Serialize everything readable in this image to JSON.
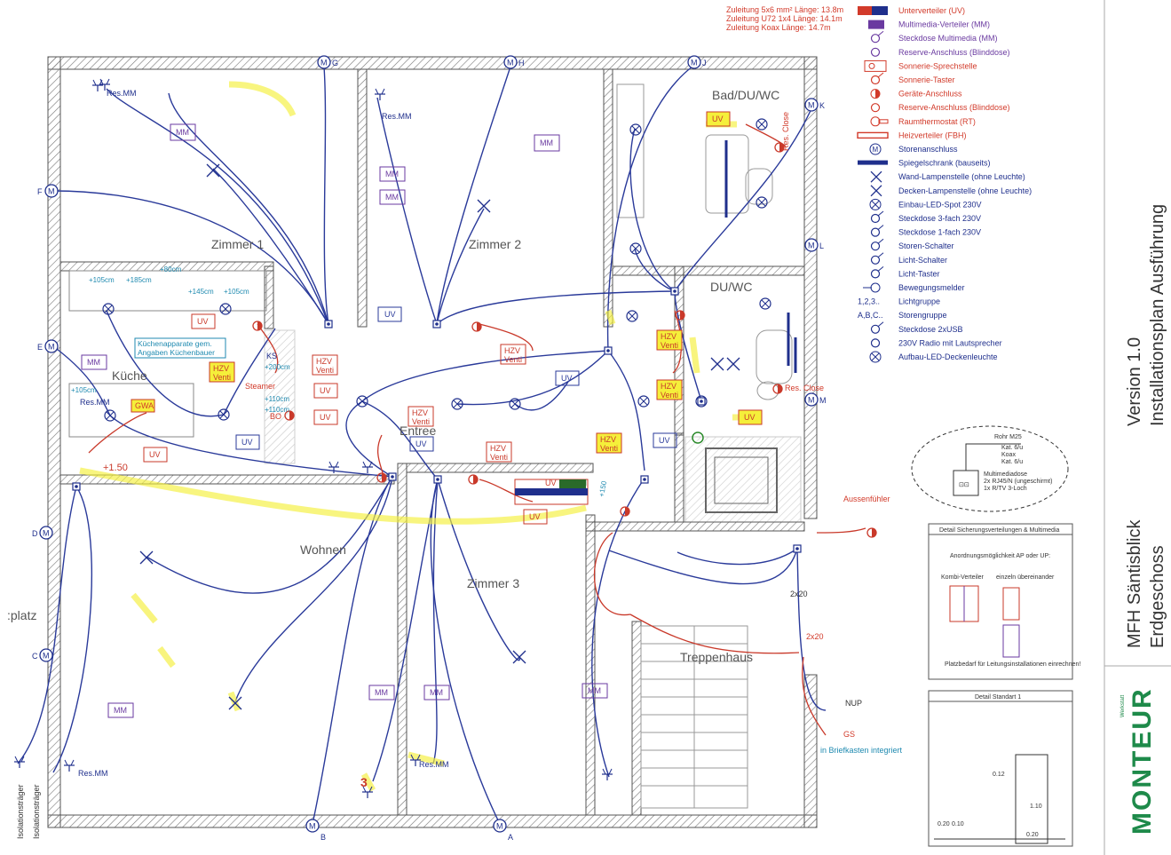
{
  "feed_info": [
    {
      "text": "Zuleitung 5x6 mm² Länge: 13.8m",
      "color": "#d23a2a"
    },
    {
      "text": "Zuleitung U72 1x4  Länge: 14.1m",
      "color": "#d23a2a"
    },
    {
      "text": "Zuleitung Koax      Länge: 14.7m",
      "color": "#d23a2a"
    }
  ],
  "legend": [
    {
      "label": "Unterverteiler (UV)",
      "color": "#d23a2a",
      "icon": "uv-box-icon"
    },
    {
      "label": "Multimedia-Verteiler (MM)",
      "color": "#6a3aa0",
      "icon": "mm-box-icon"
    },
    {
      "label": "Steckdose Multimedia (MM)",
      "color": "#6a3aa0",
      "icon": "mm-socket-icon"
    },
    {
      "label": "Reserve-Anschluss (Blinddose)",
      "color": "#6a3aa0",
      "icon": "reserve-circle-icon"
    },
    {
      "label": "Sonnerie-Sprechstelle",
      "color": "#d23a2a",
      "icon": "intercom-icon"
    },
    {
      "label": "Sonnerie-Taster",
      "color": "#d23a2a",
      "icon": "bell-button-icon"
    },
    {
      "label": "Geräte-Anschluss",
      "color": "#d23a2a",
      "icon": "device-outlet-icon"
    },
    {
      "label": "Reserve-Anschluss (Blinddose)",
      "color": "#d23a2a",
      "icon": "reserve-red-icon"
    },
    {
      "label": "Raumthermostat (RT)",
      "color": "#d23a2a",
      "icon": "thermostat-icon"
    },
    {
      "label": "Heizverteiler (FBH)",
      "color": "#d23a2a",
      "icon": "heating-manifold-icon"
    },
    {
      "label": "Storenanschluss",
      "color": "#1f2f8c",
      "icon": "blind-motor-icon"
    },
    {
      "label": "Spiegelschrank (bauseits)",
      "color": "#1f2f8c",
      "icon": "mirror-cabinet-icon"
    },
    {
      "label": "Wand-Lampenstelle (ohne Leuchte)",
      "color": "#1f2f8c",
      "icon": "wall-lamp-icon"
    },
    {
      "label": "Decken-Lampenstelle (ohne Leuchte)",
      "color": "#1f2f8c",
      "icon": "ceiling-lamp-icon"
    },
    {
      "label": "Einbau-LED-Spot 230V",
      "color": "#1f2f8c",
      "icon": "led-spot-icon"
    },
    {
      "label": "Steckdose 3-fach 230V",
      "color": "#1f2f8c",
      "icon": "socket-triple-icon"
    },
    {
      "label": "Steckdose 1-fach 230V",
      "color": "#1f2f8c",
      "icon": "socket-single-icon"
    },
    {
      "label": "Storen-Schalter",
      "color": "#1f2f8c",
      "icon": "blind-switch-icon"
    },
    {
      "label": "Licht-Schalter",
      "color": "#1f2f8c",
      "icon": "light-switch-icon"
    },
    {
      "label": "Licht-Taster",
      "color": "#1f2f8c",
      "icon": "light-button-icon"
    },
    {
      "label": "Bewegungsmelder",
      "color": "#1f2f8c",
      "icon": "motion-sensor-icon"
    },
    {
      "label": "Lichtgruppe",
      "color": "#1f2f8c",
      "icon": "light-group-text",
      "prefix": "1,2,3.."
    },
    {
      "label": "Storengruppe",
      "color": "#1f2f8c",
      "icon": "blind-group-text",
      "prefix": "A,B,C.."
    },
    {
      "label": "Steckdose 2xUSB",
      "color": "#1f2f8c",
      "icon": "usb-socket-icon"
    },
    {
      "label": "230V Radio mit Lautsprecher",
      "color": "#1f2f8c",
      "icon": "radio-icon"
    },
    {
      "label": "Aufbau-LED-Deckenleuchte",
      "color": "#1f2f8c",
      "icon": "surface-led-icon"
    }
  ],
  "rooms": {
    "zimmer1": "Zimmer 1",
    "zimmer2": "Zimmer 2",
    "zimmer3": "Zimmer 3",
    "bad": "Bad/DU/WC",
    "duwc": "DU/WC",
    "kueche": "Küche",
    "entree": "Entree",
    "wohnen": "Wohnen",
    "treppenhaus": "Treppenhaus",
    "sitzplatz": ":platz"
  },
  "blind_markers": [
    "G",
    "H",
    "J",
    "K",
    "L",
    "M",
    "F",
    "E",
    "D",
    "C",
    "B",
    "A"
  ],
  "annotations": {
    "kuechenapparate": "Küchenapparate gem.",
    "angaben": "Angaben Küchenbauer",
    "aussenfuehler": "Aussenfühler",
    "nup": "NUP",
    "gs": "GS",
    "briefkasten": "in Briefkasten integriert",
    "isolationstraeger1": "Isolationsträger",
    "isolationstraeger2": "Isolationsträger",
    "res_mm": "Res.MM",
    "res_close": "Res. Close",
    "steamer": "Steamer",
    "ks": "KS",
    "bo": "BO",
    "gwa": "GWA",
    "plus150": "+1.50",
    "dim_105": "+105cm",
    "dim_185": "+185cm",
    "dim_80": "+80cm",
    "dim_145": "+145cm",
    "dim_105b": "+105cm",
    "dim_200": "+200cm",
    "dim_110a": "+110cm",
    "dim_110b": "+110cm",
    "dim_105c": "+105cm",
    "dim_150": "+150"
  },
  "detail_boxes": {
    "multimedia_title": "Multimediadose",
    "multimedia_lines": [
      "2x RJ45/N (ungeschirmt)",
      "1x R/TV 3-Loch"
    ],
    "rohr": "Rohr M25",
    "rohr_lines": [
      "Kat. 6/u",
      "Koax",
      "Kat. 6/u"
    ],
    "sicherungen_title": "Detail Sicherungsverteilungen & Multimedia",
    "anordnung": "Anordnungsmöglichkeit AP oder UP:",
    "kombi": "Kombi-Verteiler",
    "einzeln": "einzeln übereinander",
    "platzbedarf": "Platzbedarf für Leitungsinstallationen einrechnen!",
    "standard_title": "Detail Standart 1",
    "dim1": "0.12",
    "dim2": "1.10",
    "dim3": "0.20",
    "dim4": "0.10",
    "dim5": "0.20"
  },
  "title_block": {
    "version": "Version 1.0",
    "plan": "Installationsplan Ausführung",
    "project": "MFH Säntisblick",
    "floor": "Erdgeschoss",
    "brand": "MONTEUR",
    "brand_sub": "Werkstatt"
  }
}
